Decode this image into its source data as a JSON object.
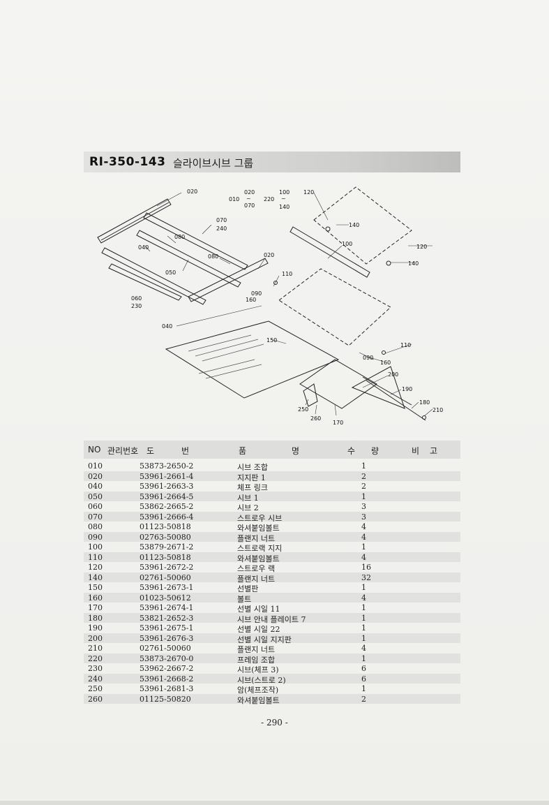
{
  "header": {
    "code": "RI-350-143",
    "name": "슬라이브시브 그룹"
  },
  "diagram": {
    "callouts": [
      "020",
      "010",
      "070",
      "220",
      "100",
      "140",
      "120",
      "240",
      "080",
      "040",
      "050",
      "060",
      "230",
      "110",
      "090",
      "160",
      "150",
      "200",
      "190",
      "180",
      "210",
      "250",
      "260",
      "170"
    ],
    "group_labels": {
      "g010_top": "020",
      "g010_bot": "070",
      "g220_top": "100",
      "g220_bot": "140",
      "tilde": "~"
    }
  },
  "table": {
    "headers": {
      "no": "NO",
      "mgmt": "관리번호",
      "drawing_a": "도",
      "drawing_b": "번",
      "name_a": "품",
      "name_b": "명",
      "qty_a": "수",
      "qty_b": "량",
      "remark_a": "비",
      "remark_b": "고"
    },
    "rows": [
      {
        "no": "010",
        "drawing": "53873-2650-2",
        "name": "시브 조합",
        "qty": "1"
      },
      {
        "no": "020",
        "drawing": "53961-2661-4",
        "name": "지지판 1",
        "qty": "2"
      },
      {
        "no": "040",
        "drawing": "53961-2663-3",
        "name": "체프 링크",
        "qty": "2"
      },
      {
        "no": "050",
        "drawing": "53961-2664-5",
        "name": "시브 1",
        "qty": "1"
      },
      {
        "no": "060",
        "drawing": "53862-2665-2",
        "name": "시브 2",
        "qty": "3"
      },
      {
        "no": "070",
        "drawing": "53961-2666-4",
        "name": "스트로우 시브",
        "qty": "3"
      },
      {
        "no": "080",
        "drawing": "01123-50818",
        "name": "와셔붙임볼트",
        "qty": "4"
      },
      {
        "no": "090",
        "drawing": "02763-50080",
        "name": "플랜지 너트",
        "qty": "4"
      },
      {
        "no": "100",
        "drawing": "53879-2671-2",
        "name": "스트로랙 지지",
        "qty": "1"
      },
      {
        "no": "110",
        "drawing": "01123-50818",
        "name": "와셔붙임볼트",
        "qty": "4"
      },
      {
        "no": "120",
        "drawing": "53961-2672-2",
        "name": "스트로우 랙",
        "qty": "16"
      },
      {
        "no": "140",
        "drawing": "02761-50060",
        "name": "플랜지 너트",
        "qty": "32"
      },
      {
        "no": "150",
        "drawing": "53961-2673-1",
        "name": "선별판",
        "qty": "1"
      },
      {
        "no": "160",
        "drawing": "01023-50612",
        "name": "볼트",
        "qty": "4"
      },
      {
        "no": "170",
        "drawing": "53961-2674-1",
        "name": "선별 시일 11",
        "qty": "1"
      },
      {
        "no": "180",
        "drawing": "53821-2652-3",
        "name": "시브 안내 플레이트 7",
        "qty": "1"
      },
      {
        "no": "190",
        "drawing": "53961-2675-1",
        "name": "선별 시일 22",
        "qty": "1"
      },
      {
        "no": "200",
        "drawing": "53961-2676-3",
        "name": "선별 시일 지지판",
        "qty": "1"
      },
      {
        "no": "210",
        "drawing": "02761-50060",
        "name": "플랜지 너트",
        "qty": "4"
      },
      {
        "no": "220",
        "drawing": "53873-2670-0",
        "name": "프레임 조합",
        "qty": "1"
      },
      {
        "no": "230",
        "drawing": "53962-2667-2",
        "name": "시브(체프 3)",
        "qty": "6"
      },
      {
        "no": "240",
        "drawing": "53961-2668-2",
        "name": "시브(스트로 2)",
        "qty": "6"
      },
      {
        "no": "250",
        "drawing": "53961-2681-3",
        "name": "암(체프조작)",
        "qty": "1"
      },
      {
        "no": "260",
        "drawing": "01125-50820",
        "name": "와셔붙임볼트",
        "qty": "2"
      }
    ]
  },
  "footer": {
    "page": "- 290 -"
  }
}
